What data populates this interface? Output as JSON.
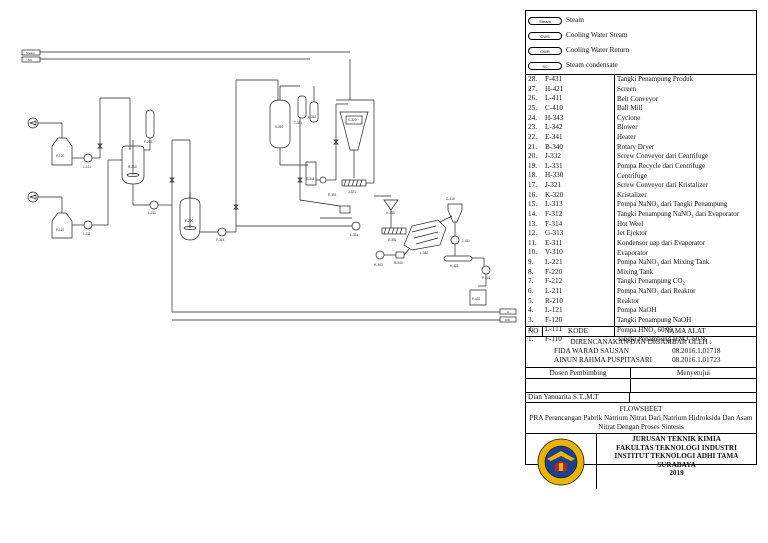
{
  "diagram": {
    "utilities_left": [
      "Steam",
      "SC"
    ],
    "utilities_right": [
      "C",
      "CW"
    ],
    "equipment_labels": [
      "F-120",
      "L-121",
      "F-110",
      "L-111",
      "R-210",
      "F-212",
      "F-220",
      "L-211",
      "V-310",
      "T-311",
      "L-312",
      "L-221",
      "F-313",
      "E-341",
      "B-340",
      "L-342",
      "H-343",
      "C-410",
      "L-411",
      "H-421",
      "F-431",
      "K-320",
      "J-321",
      "H-330",
      "L-331",
      "J-332",
      "E-351"
    ]
  },
  "legend": [
    {
      "code": "Steam",
      "label": "Steam"
    },
    {
      "code": "CWS",
      "label": "Cooling Water Steam"
    },
    {
      "code": "CWR",
      "label": "Cooling Water Return"
    },
    {
      "code": "SC",
      "label": "Steam condensate"
    }
  ],
  "items": [
    {
      "no": "28.",
      "code": "F-431",
      "name": "Tangki Penampung Produk"
    },
    {
      "no": "27.",
      "code": "H-421",
      "name": "Screen"
    },
    {
      "no": "26.",
      "code": "L-411",
      "name": "Belt Conveyor"
    },
    {
      "no": "25.",
      "code": "C-410",
      "name": "Ball Mill"
    },
    {
      "no": "24.",
      "code": "H-343",
      "name": "Cyclone"
    },
    {
      "no": "23.",
      "code": "L-342",
      "name": "Blower"
    },
    {
      "no": "22.",
      "code": "E-341",
      "name": "Heater"
    },
    {
      "no": "21.",
      "code": "B-340",
      "name": "Rotary Dryer"
    },
    {
      "no": "20.",
      "code": "J-332",
      "name": "Screw Conveyor dari Centrifuge"
    },
    {
      "no": "19.",
      "code": "L-331",
      "name": "Pompa Recycle dari Centrifuge"
    },
    {
      "no": "18.",
      "code": "H-330",
      "name": "Centrifuge"
    },
    {
      "no": "17.",
      "code": "J-321",
      "name": "Screw Conveyor dari Kristalizer"
    },
    {
      "no": "16.",
      "code": "K-320",
      "name": "Kristalizer"
    },
    {
      "no": "15.",
      "code": "L-313",
      "name": "Pompa NaNO₃ dari Tangki Penampung"
    },
    {
      "no": "14.",
      "code": "F-312",
      "name": "Tangki Penampung NaNO₃ dari Evaporator"
    },
    {
      "no": "13.",
      "code": "F-314",
      "name": "Hot Weel"
    },
    {
      "no": "12.",
      "code": "G-313",
      "name": "Jet Ejektor"
    },
    {
      "no": "11.",
      "code": "E-311",
      "name": "Kondensor uap dari Evaporator"
    },
    {
      "no": "10.",
      "code": "V-310",
      "name": "Evaporator"
    },
    {
      "no": "9.",
      "code": "L-221",
      "name": "Pompa NaNO₃ dari Mixing Tank"
    },
    {
      "no": "8.",
      "code": "F-220",
      "name": "Mixing Tank"
    },
    {
      "no": "7.",
      "code": "F-212",
      "name": "Tangki Penampung CO₂"
    },
    {
      "no": "6.",
      "code": "L-211",
      "name": "Pompa NaNO₃ dari Reaktor"
    },
    {
      "no": "5.",
      "code": "R-210",
      "name": "Reaktor"
    },
    {
      "no": "4.",
      "code": "L-121",
      "name": "Pompa NaOH"
    },
    {
      "no": "3.",
      "code": "F-120",
      "name": "Tangki Penampung NaOH"
    },
    {
      "no": "2.",
      "code": "L-111",
      "name": "Pompa HNO₃ 60 %"
    },
    {
      "no": "1.",
      "code": "F-110",
      "name": "Tangki Penampung HNO₃ 60 %"
    }
  ],
  "header": {
    "no": "NO",
    "code": "KODE",
    "name": "NAMA ALAT"
  },
  "drawn_by": {
    "title": "DIRENCANAKAN DAN DIGAMBAR OLEH :",
    "people": [
      {
        "name": "FIDA WARAD SAUSAN",
        "id": "08.2016.1.01718"
      },
      {
        "name": "AINUN RAHMA PUSPITASARI",
        "id": "08.2016.1.01723"
      }
    ]
  },
  "approval": {
    "supervisor_label": "Dosen Pembimbing",
    "approve_label": "Menyetujui",
    "supervisor_name": "Dian Yanuarita S.T.,M.T"
  },
  "flowsheet": {
    "title": "FLOWSHEET",
    "description": "PRA Perancangan Pabrik Natrium Nitrat Dari Natrium Hidroksida Dan Asam Nitrat Dengan Proses Sintesis"
  },
  "institution": {
    "dept": "JURUSAN TEKNIK KIMIA",
    "faculty": "FAKULTAS TEKNOLOGI INDUSTRI",
    "institute": "INSTITUT TEKNOLOGI ADHI TAMA",
    "city": "SURABAYA",
    "year": "2019"
  },
  "colors": {
    "line": "#222222",
    "logo_blue": "#1e3f8f",
    "logo_gold": "#e8b400",
    "logo_red": "#b5281e"
  }
}
